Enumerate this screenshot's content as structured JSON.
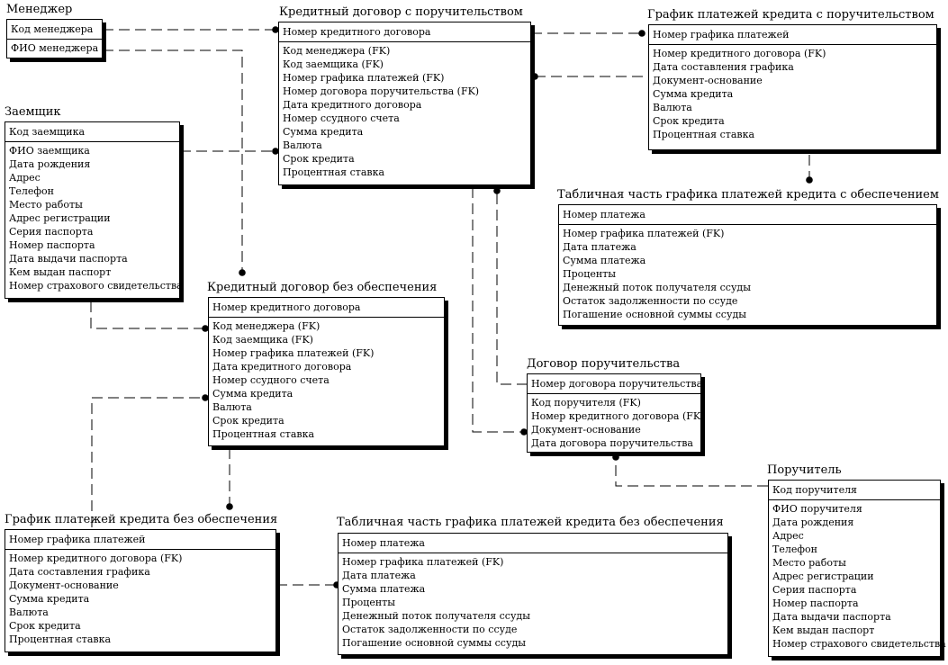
{
  "entities": [
    {
      "id": "manager",
      "title": "Менеджер",
      "pk": [
        "Код менеджера"
      ],
      "attrs": [
        "ФИО менеджера"
      ]
    },
    {
      "id": "credit_guarantee",
      "title": "Кредитный договор с поручительством",
      "pk": [
        "Номер кредитного договора"
      ],
      "attrs": [
        "Код менеджера (FK)",
        "Код заемщика (FK)",
        "Номер графика платежей (FK)",
        "Номер договора поручительства (FK)",
        "Дата кредитного договора",
        "Номер ссудного счета",
        "Сумма кредита",
        "Валюта",
        "Срок кредита",
        "Процентная ставка"
      ]
    },
    {
      "id": "schedule_guarantee",
      "title": "График платежей кредита с поручительством",
      "pk": [
        "Номер графика платежей"
      ],
      "attrs": [
        "Номер кредитного договора (FK)",
        "Дата составления графика",
        "Документ-основание",
        "Сумма кредита",
        "Валюта",
        "Срок кредита",
        "Процентная ставка"
      ]
    },
    {
      "id": "borrower",
      "title": "Заемщик",
      "pk": [
        "Код заемщика"
      ],
      "attrs": [
        "ФИО заемщика",
        "Дата рождения",
        "Адрес",
        "Телефон",
        "Место работы",
        "Адрес регистрации",
        "Серия паспорта",
        "Номер паспорта",
        "Дата выдачи паспорта",
        "Кем выдан паспорт",
        "Номер страхового свидетельства"
      ]
    },
    {
      "id": "table_secured",
      "title": "Табличная часть графика платежей кредита с обеспечением",
      "pk": [
        "Номер платежа"
      ],
      "attrs": [
        "Номер графика платежей (FK)",
        "Дата платежа",
        "Сумма платежа",
        "Проценты",
        "Денежный поток получателя ссуды",
        "Остаток задолженности по ссуде",
        "Погашение основной суммы ссуды"
      ]
    },
    {
      "id": "credit_unsecured",
      "title": "Кредитный договор без обеспечения",
      "pk": [
        "Номер кредитного договора"
      ],
      "attrs": [
        "Код менеджера (FK)",
        "Код заемщика (FK)",
        "Номер графика платежей (FK)",
        "Дата кредитного договора",
        "Номер ссудного счета",
        "Сумма кредита",
        "Валюта",
        "Срок кредита",
        "Процентная ставка"
      ]
    },
    {
      "id": "guarantee_contract",
      "title": "Договор поручительства",
      "pk": [
        "Номер договора поручительства"
      ],
      "attrs": [
        "Код поручителя (FK)",
        "Номер кредитного договора (FK)",
        "Документ-основание",
        "Дата договора поручительства"
      ]
    },
    {
      "id": "guarantor",
      "title": "Поручитель",
      "pk": [
        "Код поручителя"
      ],
      "attrs": [
        "ФИО поручителя",
        "Дата рождения",
        "Адрес",
        "Телефон",
        "Место работы",
        "Адрес регистрации",
        "Серия паспорта",
        "Номер паспорта",
        "Дата выдачи паспорта",
        "Кем выдан паспорт",
        "Номер страхового свидетельства"
      ]
    },
    {
      "id": "schedule_unsecured",
      "title": "График платежей кредита без обеспечения",
      "pk": [
        "Номер графика платежей"
      ],
      "attrs": [
        "Номер кредитного договора (FK)",
        "Дата составления графика",
        "Документ-основание",
        "Сумма кредита",
        "Валюта",
        "Срок кредита",
        "Процентная ставка"
      ]
    },
    {
      "id": "table_unsecured",
      "title": "Табличная часть графика платежей кредита без обеспечения",
      "pk": [
        "Номер платежа"
      ],
      "attrs": [
        "Номер графика платежей (FK)",
        "Дата платежа",
        "Сумма платежа",
        "Проценты",
        "Денежный поток получателя ссуды",
        "Остаток задолженности по ссуде",
        "Погашение основной суммы ссуды"
      ]
    }
  ]
}
